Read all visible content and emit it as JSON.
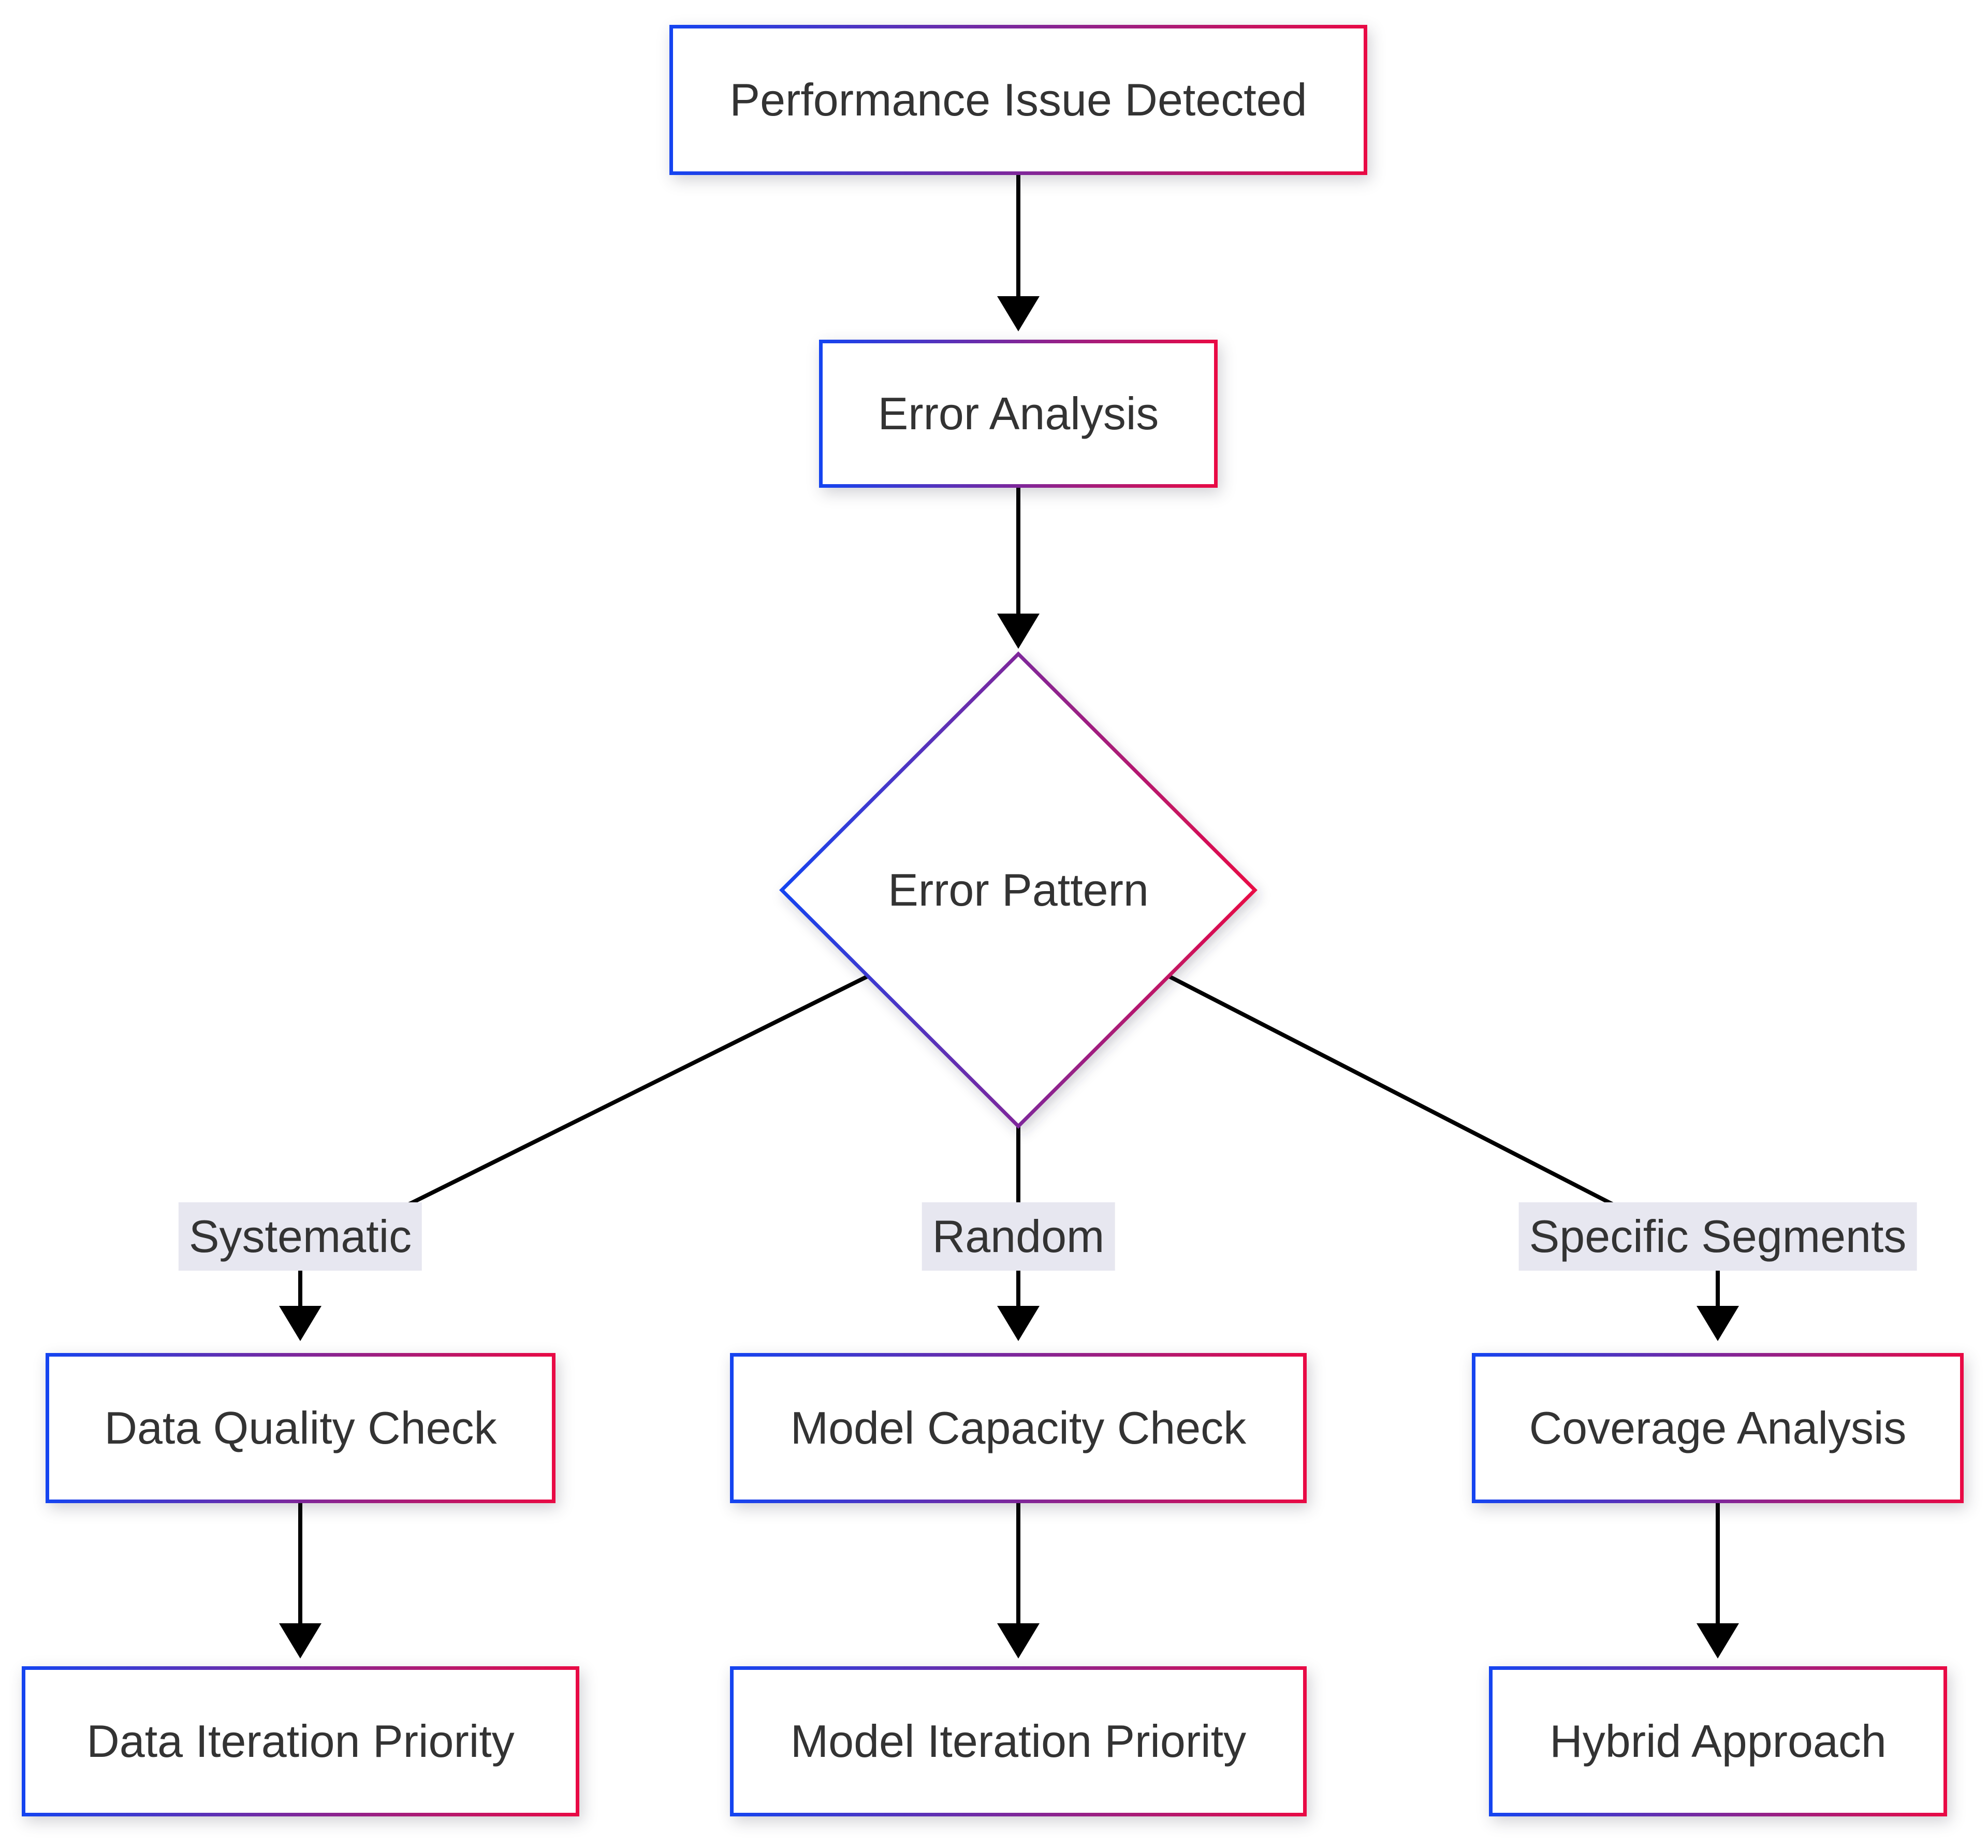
{
  "diagram": {
    "type": "flowchart",
    "direction": "top-down",
    "style": {
      "background": "#ffffff",
      "node_fill": "#ffffff",
      "gradient_from": "#1544f0",
      "gradient_to": "#e80a45",
      "line_color": "#000000",
      "text_color": "#333333",
      "label_bg": "#e7e7f0"
    },
    "nodes": {
      "performance_issue": {
        "label": "Performance Issue Detected",
        "shape": "rect"
      },
      "error_analysis": {
        "label": "Error Analysis",
        "shape": "rect"
      },
      "error_pattern": {
        "label": "Error Pattern",
        "shape": "diamond"
      },
      "data_quality": {
        "label": "Data Quality Check",
        "shape": "rect"
      },
      "model_capacity": {
        "label": "Model Capacity Check",
        "shape": "rect"
      },
      "coverage_analysis": {
        "label": "Coverage Analysis",
        "shape": "rect"
      },
      "data_iteration": {
        "label": "Data Iteration Priority",
        "shape": "rect"
      },
      "model_iteration": {
        "label": "Model Iteration Priority",
        "shape": "rect"
      },
      "hybrid_approach": {
        "label": "Hybrid Approach",
        "shape": "rect"
      }
    },
    "edges": [
      {
        "from": "performance_issue",
        "to": "error_analysis",
        "label": ""
      },
      {
        "from": "error_analysis",
        "to": "error_pattern",
        "label": ""
      },
      {
        "from": "error_pattern",
        "to": "data_quality",
        "label": "Systematic"
      },
      {
        "from": "error_pattern",
        "to": "model_capacity",
        "label": "Random"
      },
      {
        "from": "error_pattern",
        "to": "coverage_analysis",
        "label": "Specific Segments"
      },
      {
        "from": "data_quality",
        "to": "data_iteration",
        "label": ""
      },
      {
        "from": "model_capacity",
        "to": "model_iteration",
        "label": ""
      },
      {
        "from": "coverage_analysis",
        "to": "hybrid_approach",
        "label": ""
      }
    ]
  }
}
